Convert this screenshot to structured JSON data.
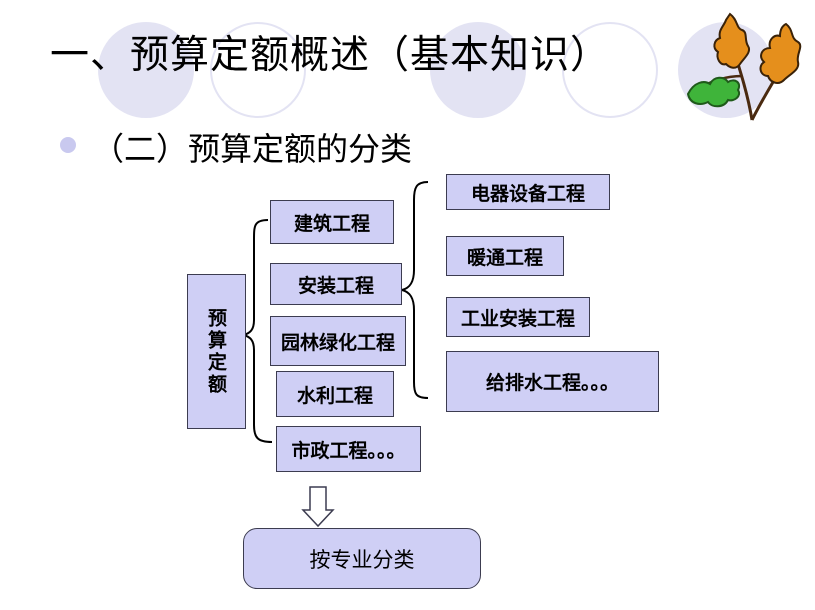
{
  "title": "一、预算定额概述（基本知识）",
  "subtitle": "（二）预算定额的分类",
  "root": "预算定额",
  "level1": [
    "建筑工程",
    "安装工程",
    "园林绿化工程",
    "水利工程",
    "市政工程。。。"
  ],
  "level2": [
    "电器设备工程",
    "暖通工程",
    "工业安装工程",
    "给排水工程。。。"
  ],
  "basis": "按专业分类",
  "colors": {
    "box_fill": "#cfcff5",
    "box_border": "#3c3c50",
    "deco_circle": "#e3e3f3",
    "bullet": "#c9c9ef"
  },
  "icons": [
    "oak-leaves-icon",
    "down-arrow-icon"
  ]
}
